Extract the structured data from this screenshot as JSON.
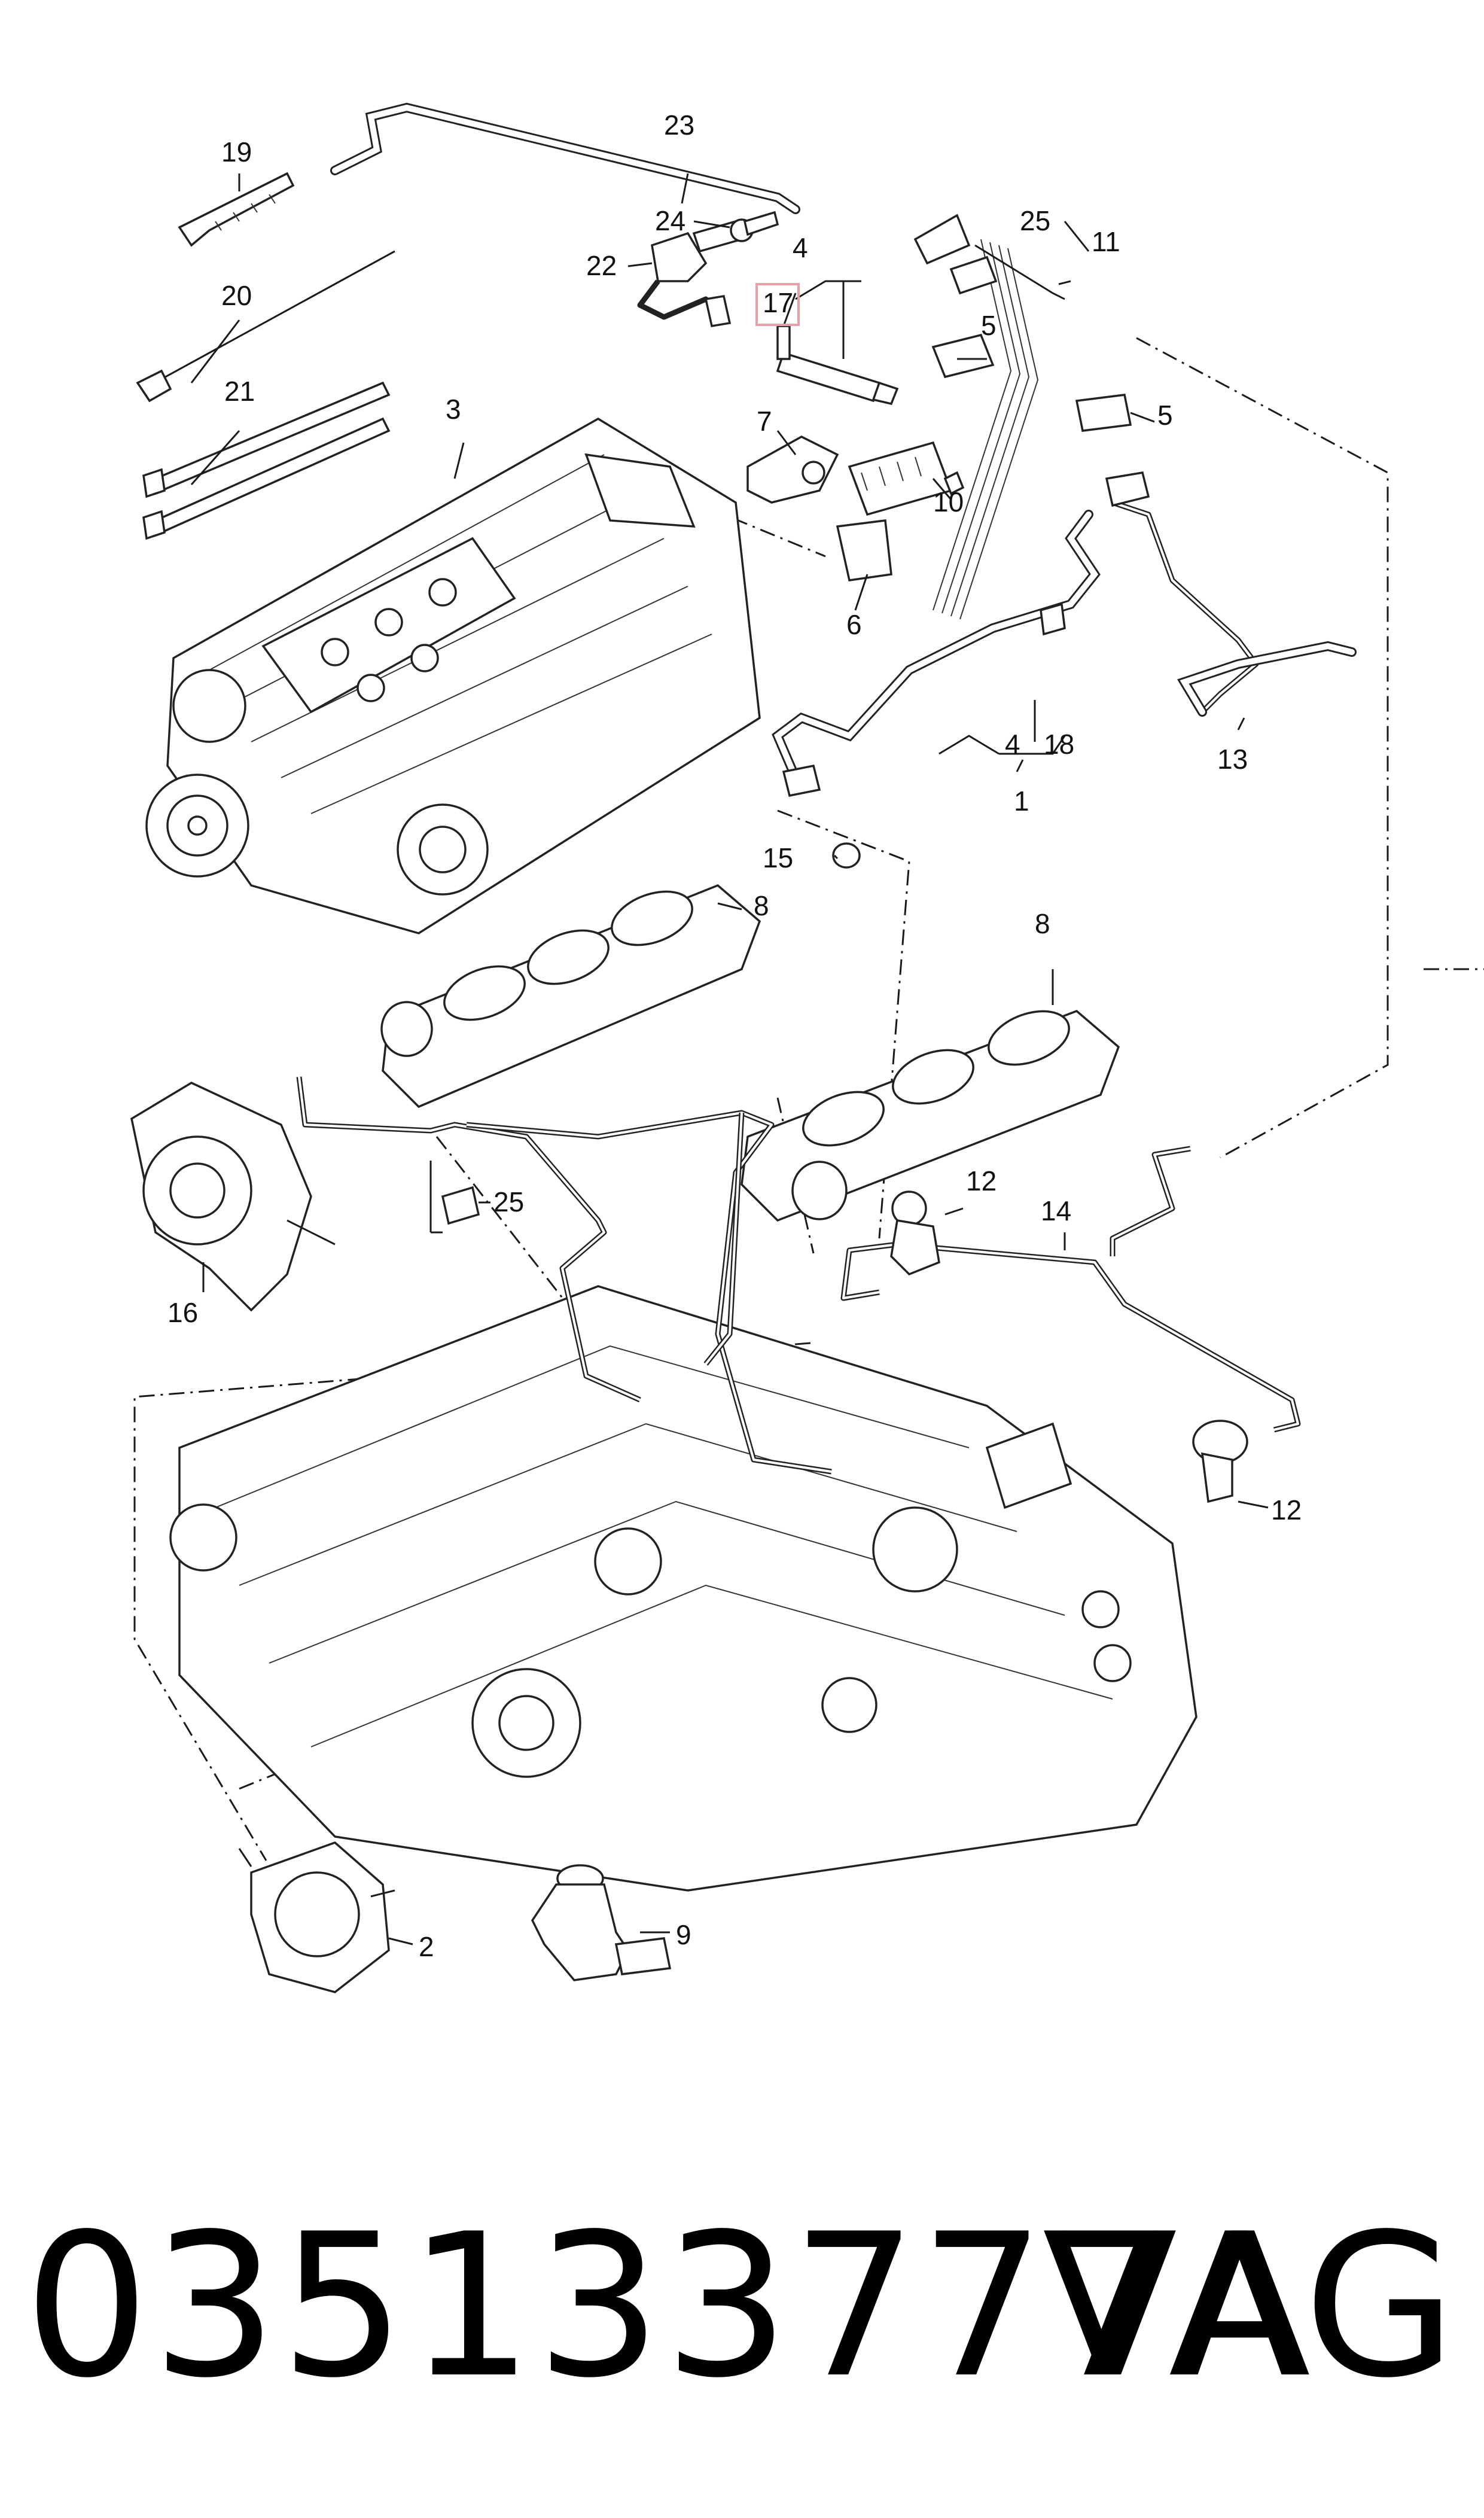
{
  "diagram": {
    "callouts": {
      "c1": "1",
      "c2": "2",
      "c3": "3",
      "c4a": "4",
      "c4b": "4",
      "c5a": "5",
      "c5b": "5",
      "c6": "6",
      "c7": "7",
      "c8a": "8",
      "c8b": "8",
      "c9": "9",
      "c10": "10",
      "c11": "11",
      "c12a": "12",
      "c12b": "12",
      "c13": "13",
      "c14": "14",
      "c15": "15",
      "c16": "16",
      "c17": "17",
      "c18": "18",
      "c19": "19",
      "c20": "20",
      "c21": "21",
      "c22": "22",
      "c23": "23",
      "c24": "24",
      "c25a": "25",
      "c25b": "25"
    },
    "highlight_color": "#e8a0a8"
  },
  "footer": {
    "part_number": "035133777A",
    "brand": "VAG"
  }
}
